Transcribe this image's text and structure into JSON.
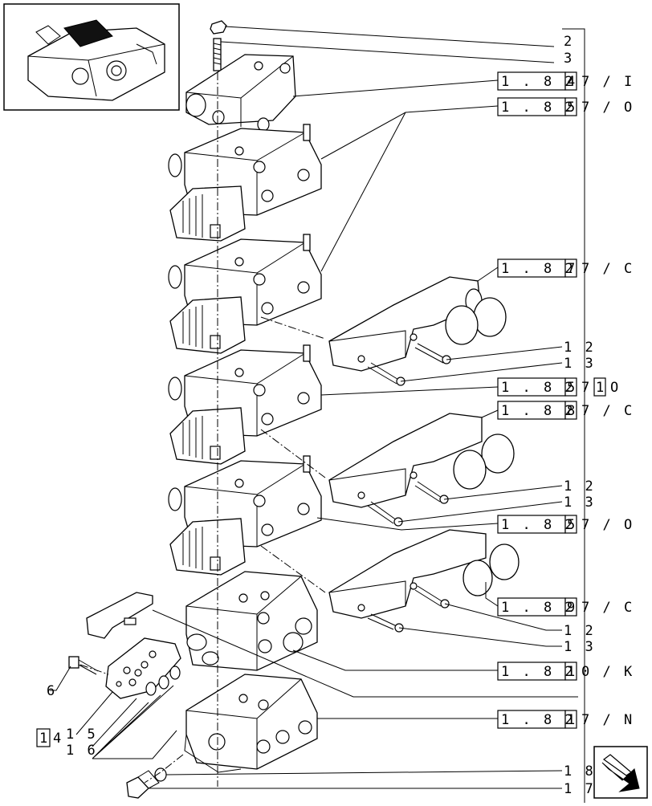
{
  "refs": {
    "r1": {
      "a": "1 . 8 2",
      "b": "4",
      "c": "7 / I"
    },
    "r2": {
      "a": "1 . 8 2",
      "b": "5",
      "c": "7 / O"
    },
    "r3": {
      "a": "1 . 8 2",
      "b": "7",
      "c": "7 / C"
    },
    "r4": {
      "a": "1 . 8 2",
      "b": "5",
      "c": "7",
      "d": "1",
      "e": "O"
    },
    "r5": {
      "a": "1 . 8 2",
      "b": "8",
      "c": "7 / C"
    },
    "r6": {
      "a": "1 . 8 2",
      "b": "5",
      "c": "7 / O"
    },
    "r7": {
      "a": "1 . 8 2",
      "b": "9",
      "c": "7 / C"
    },
    "r8": {
      "a": "1 . 8 2",
      "b": "1",
      "c": "0 / K"
    },
    "r9": {
      "a": "1 . 8 2",
      "b": "1",
      "c": "7 / N"
    }
  },
  "numbers": {
    "n2": "2",
    "n3": "3",
    "n12a": "1 2",
    "n13a": "1 3",
    "n12b": "1 2",
    "n13b": "1 3",
    "n12c": "1 2",
    "n13c": "1 3",
    "n6": "6",
    "n14a": "1",
    "n14b": "4",
    "n15": "1 5",
    "n16": "1 6",
    "n18": "1 8",
    "n17": "1 7"
  },
  "icons": {
    "thumbnail": "valve-assembly-thumbnail",
    "nav": "next-page-arrow-icon"
  }
}
